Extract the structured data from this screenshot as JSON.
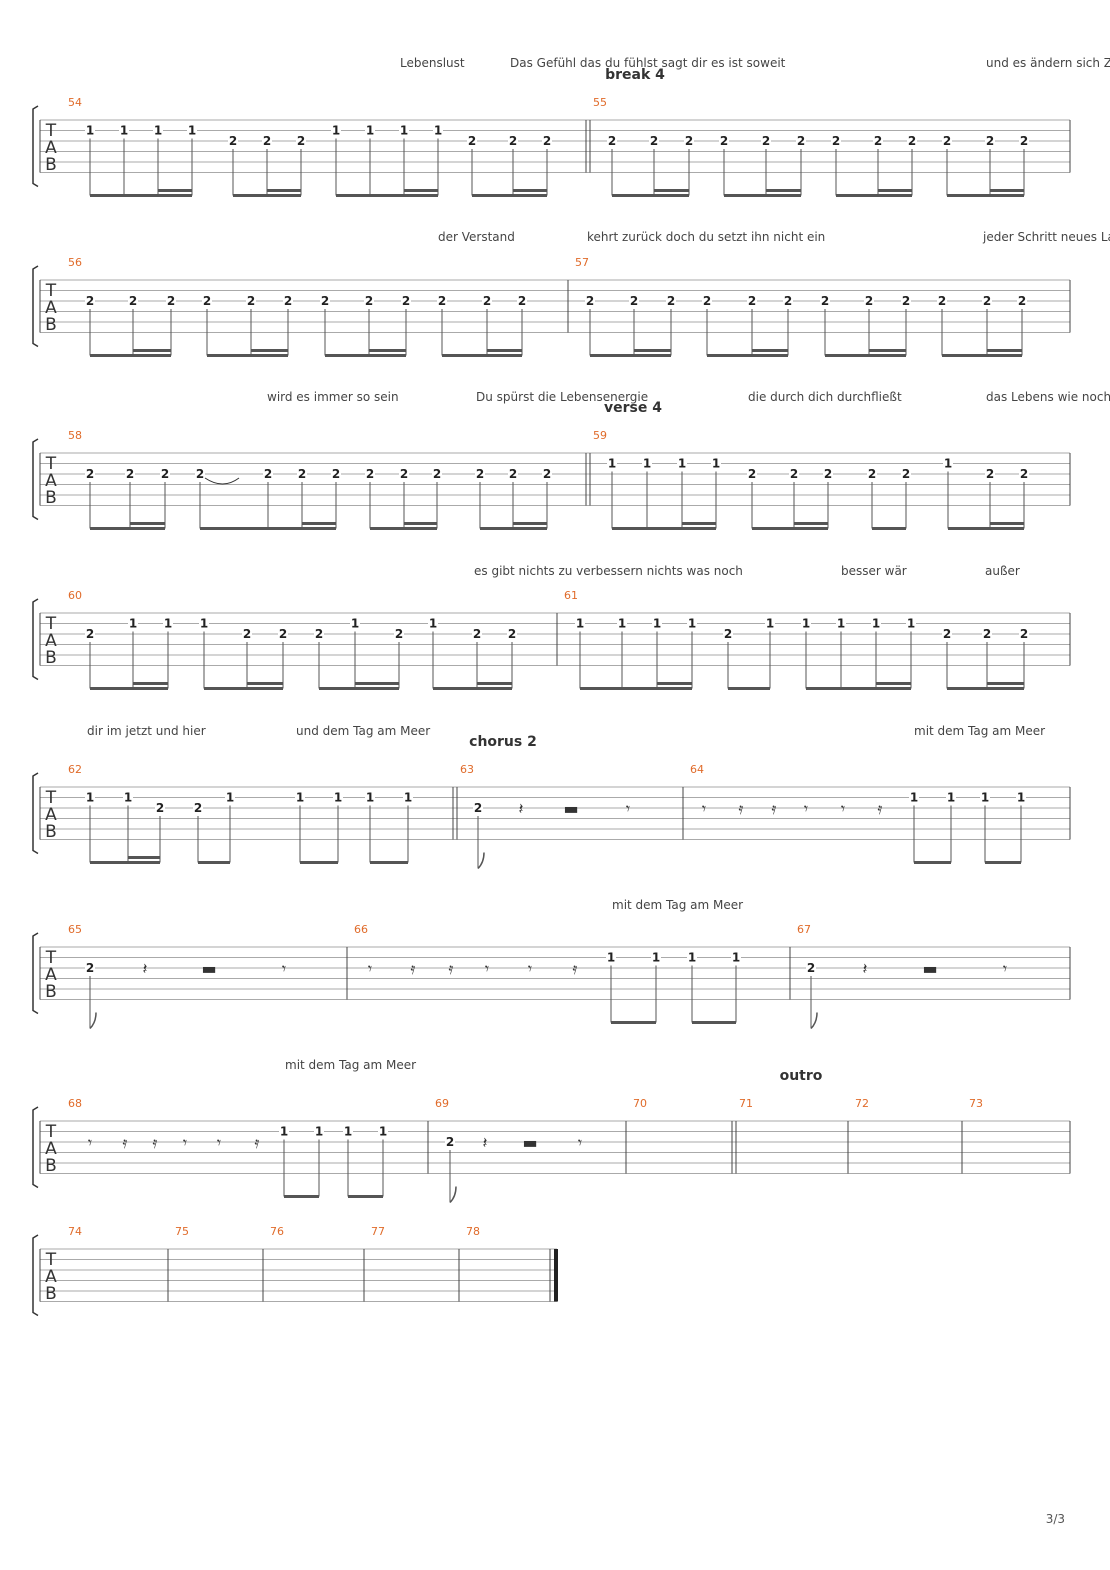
{
  "page": {
    "number": "3/3"
  },
  "systems": [
    {
      "lyrics": [
        "Lebenslust",
        "Das Gefühl das du fühlst sagt dir es ist soweit",
        "und es ändern sich Zu"
      ],
      "sections": [
        "break 4"
      ],
      "measures": [
        {
          "number": "54",
          "notes": [
            "1",
            "1",
            "1",
            "1",
            "2",
            "2",
            "2",
            "1",
            "1",
            "1",
            "1",
            "2",
            "2",
            "2"
          ]
        },
        {
          "number": "55",
          "notes": [
            "2",
            "2",
            "2",
            "2",
            "2",
            "2",
            "2",
            "2",
            "2",
            "2",
            "2",
            "2"
          ]
        }
      ]
    },
    {
      "lyrics": [
        "der Verstand",
        "kehrt zurück doch du setzt ihn nicht ein",
        "jeder Schritt neues Lan"
      ],
      "sections": [],
      "measures": [
        {
          "number": "56",
          "notes": [
            "2",
            "2",
            "2",
            "2",
            "2",
            "2",
            "2",
            "2",
            "2",
            "2",
            "2",
            "2"
          ]
        },
        {
          "number": "57",
          "notes": [
            "2",
            "2",
            "2",
            "2",
            "2",
            "2",
            "2",
            "2",
            "2",
            "2",
            "2",
            "2"
          ]
        }
      ]
    },
    {
      "lyrics": [
        "wird es immer so sein",
        "Du spürst die Lebensenergie",
        "die durch dich durchfließt",
        "das Lebens wie noch"
      ],
      "sections": [
        "verse 4"
      ],
      "measures": [
        {
          "number": "58",
          "notes": [
            "2",
            "2",
            "2",
            "2",
            "2",
            "2",
            "2",
            "2",
            "2",
            "2",
            "2",
            "2",
            "2"
          ]
        },
        {
          "number": "59",
          "notes": [
            "1",
            "1",
            "1",
            "1",
            "2",
            "2",
            "2",
            "2",
            "2",
            "1",
            "2",
            "2"
          ]
        }
      ]
    },
    {
      "lyrics": [
        "es gibt nichts zu verbessern nichts was noch",
        "besser wär",
        "außer"
      ],
      "sections": [],
      "measures": [
        {
          "number": "60",
          "notes": [
            "2",
            "1",
            "1",
            "1",
            "2",
            "2",
            "2",
            "1",
            "2",
            "1",
            "2",
            "2"
          ]
        },
        {
          "number": "61",
          "notes": [
            "1",
            "1",
            "1",
            "1",
            "2",
            "1",
            "1",
            "1",
            "1",
            "1",
            "2",
            "2",
            "2"
          ]
        }
      ]
    },
    {
      "lyrics": [
        "dir im jetzt und hier",
        "und dem Tag am Meer",
        "mit dem Tag am Meer"
      ],
      "sections": [
        "chorus 2"
      ],
      "measures": [
        {
          "number": "62",
          "notes": [
            "1",
            "1",
            "2",
            "2",
            "1",
            "1",
            "1",
            "1",
            "1"
          ]
        },
        {
          "number": "63",
          "notes": [
            "2"
          ]
        },
        {
          "number": "64",
          "notes": [
            "1",
            "1",
            "1",
            "1"
          ]
        }
      ]
    },
    {
      "lyrics": [
        "mit dem Tag am Meer"
      ],
      "sections": [],
      "measures": [
        {
          "number": "65",
          "notes": [
            "2"
          ]
        },
        {
          "number": "66",
          "notes": [
            "1",
            "1",
            "1",
            "1"
          ]
        },
        {
          "number": "67",
          "notes": [
            "2"
          ]
        }
      ]
    },
    {
      "lyrics": [
        "mit dem Tag am Meer"
      ],
      "sections": [
        "outro"
      ],
      "measures": [
        {
          "number": "68",
          "notes": [
            "1",
            "1",
            "1",
            "1"
          ]
        },
        {
          "number": "69",
          "notes": [
            "2"
          ]
        },
        {
          "number": "70",
          "notes": []
        },
        {
          "number": "71",
          "notes": []
        },
        {
          "number": "72",
          "notes": []
        },
        {
          "number": "73",
          "notes": []
        }
      ]
    },
    {
      "lyrics": [],
      "sections": [],
      "measures": [
        {
          "number": "74",
          "notes": []
        },
        {
          "number": "75",
          "notes": []
        },
        {
          "number": "76",
          "notes": []
        },
        {
          "number": "77",
          "notes": []
        },
        {
          "number": "78",
          "notes": []
        }
      ]
    }
  ],
  "tab_clef": [
    "T",
    "A",
    "B"
  ]
}
